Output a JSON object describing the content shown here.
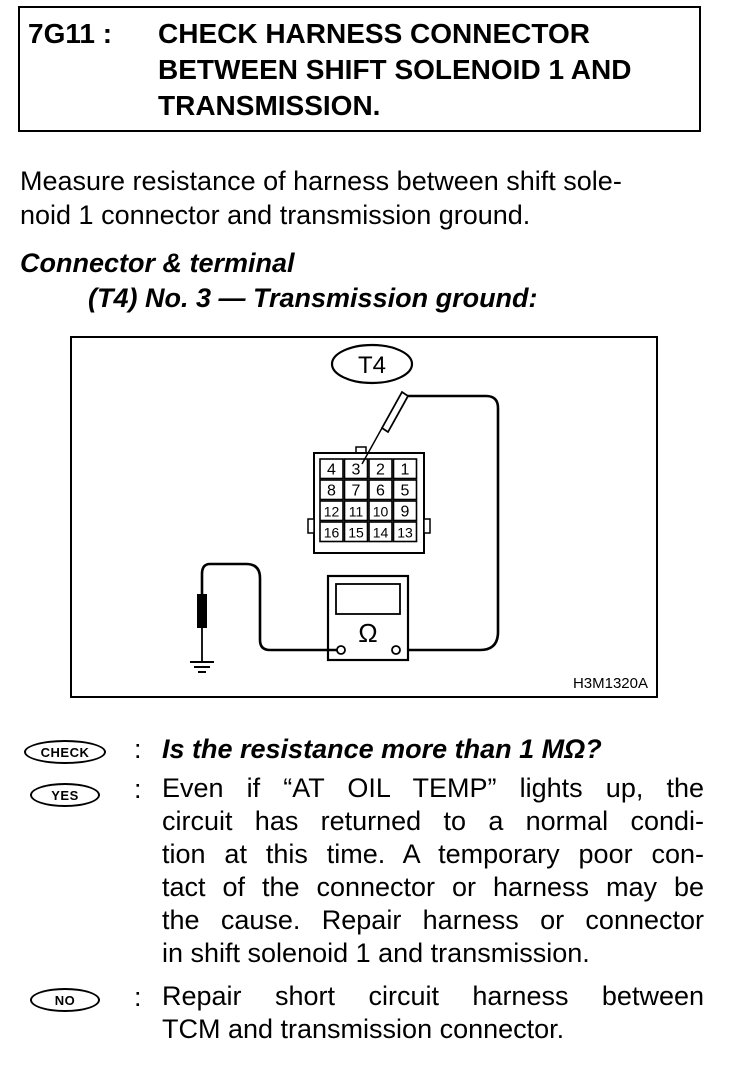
{
  "header": {
    "code": "7G11 :",
    "title_lines": [
      "CHECK HARNESS CONNECTOR",
      "BETWEEN SHIFT SOLENOID 1 AND",
      "TRANSMISSION."
    ]
  },
  "instruction": {
    "lines": [
      "Measure resistance of harness between shift sole-",
      "noid 1 connector and transmission ground."
    ]
  },
  "connector": {
    "heading": "Connector & terminal",
    "detail": "(T4) No. 3 — Transmission ground:"
  },
  "diagram": {
    "connector_label": "T4",
    "terminals": [
      [
        "4",
        "3",
        "2",
        "1"
      ],
      [
        "8",
        "7",
        "6",
        "5"
      ],
      [
        "12",
        "11",
        "10",
        "9"
      ],
      [
        "16",
        "15",
        "14",
        "13"
      ]
    ],
    "meter_symbol": "Ω",
    "figure_code": "H3M1320A"
  },
  "checks": {
    "check_badge": "CHECK",
    "check_question": "Is the resistance more than 1 MΩ?",
    "yes_badge": "YES",
    "yes_lines": [
      "Even if “AT OIL TEMP” lights up, the",
      "circuit has returned to a normal condi-",
      "tion at this time. A temporary poor con-",
      "tact of the connector or harness may be",
      "the cause. Repair harness or connector",
      "in shift solenoid 1 and transmission."
    ],
    "no_badge": "NO",
    "no_lines": [
      "Repair short circuit harness between",
      "TCM and transmission connector."
    ],
    "colon": ":"
  }
}
